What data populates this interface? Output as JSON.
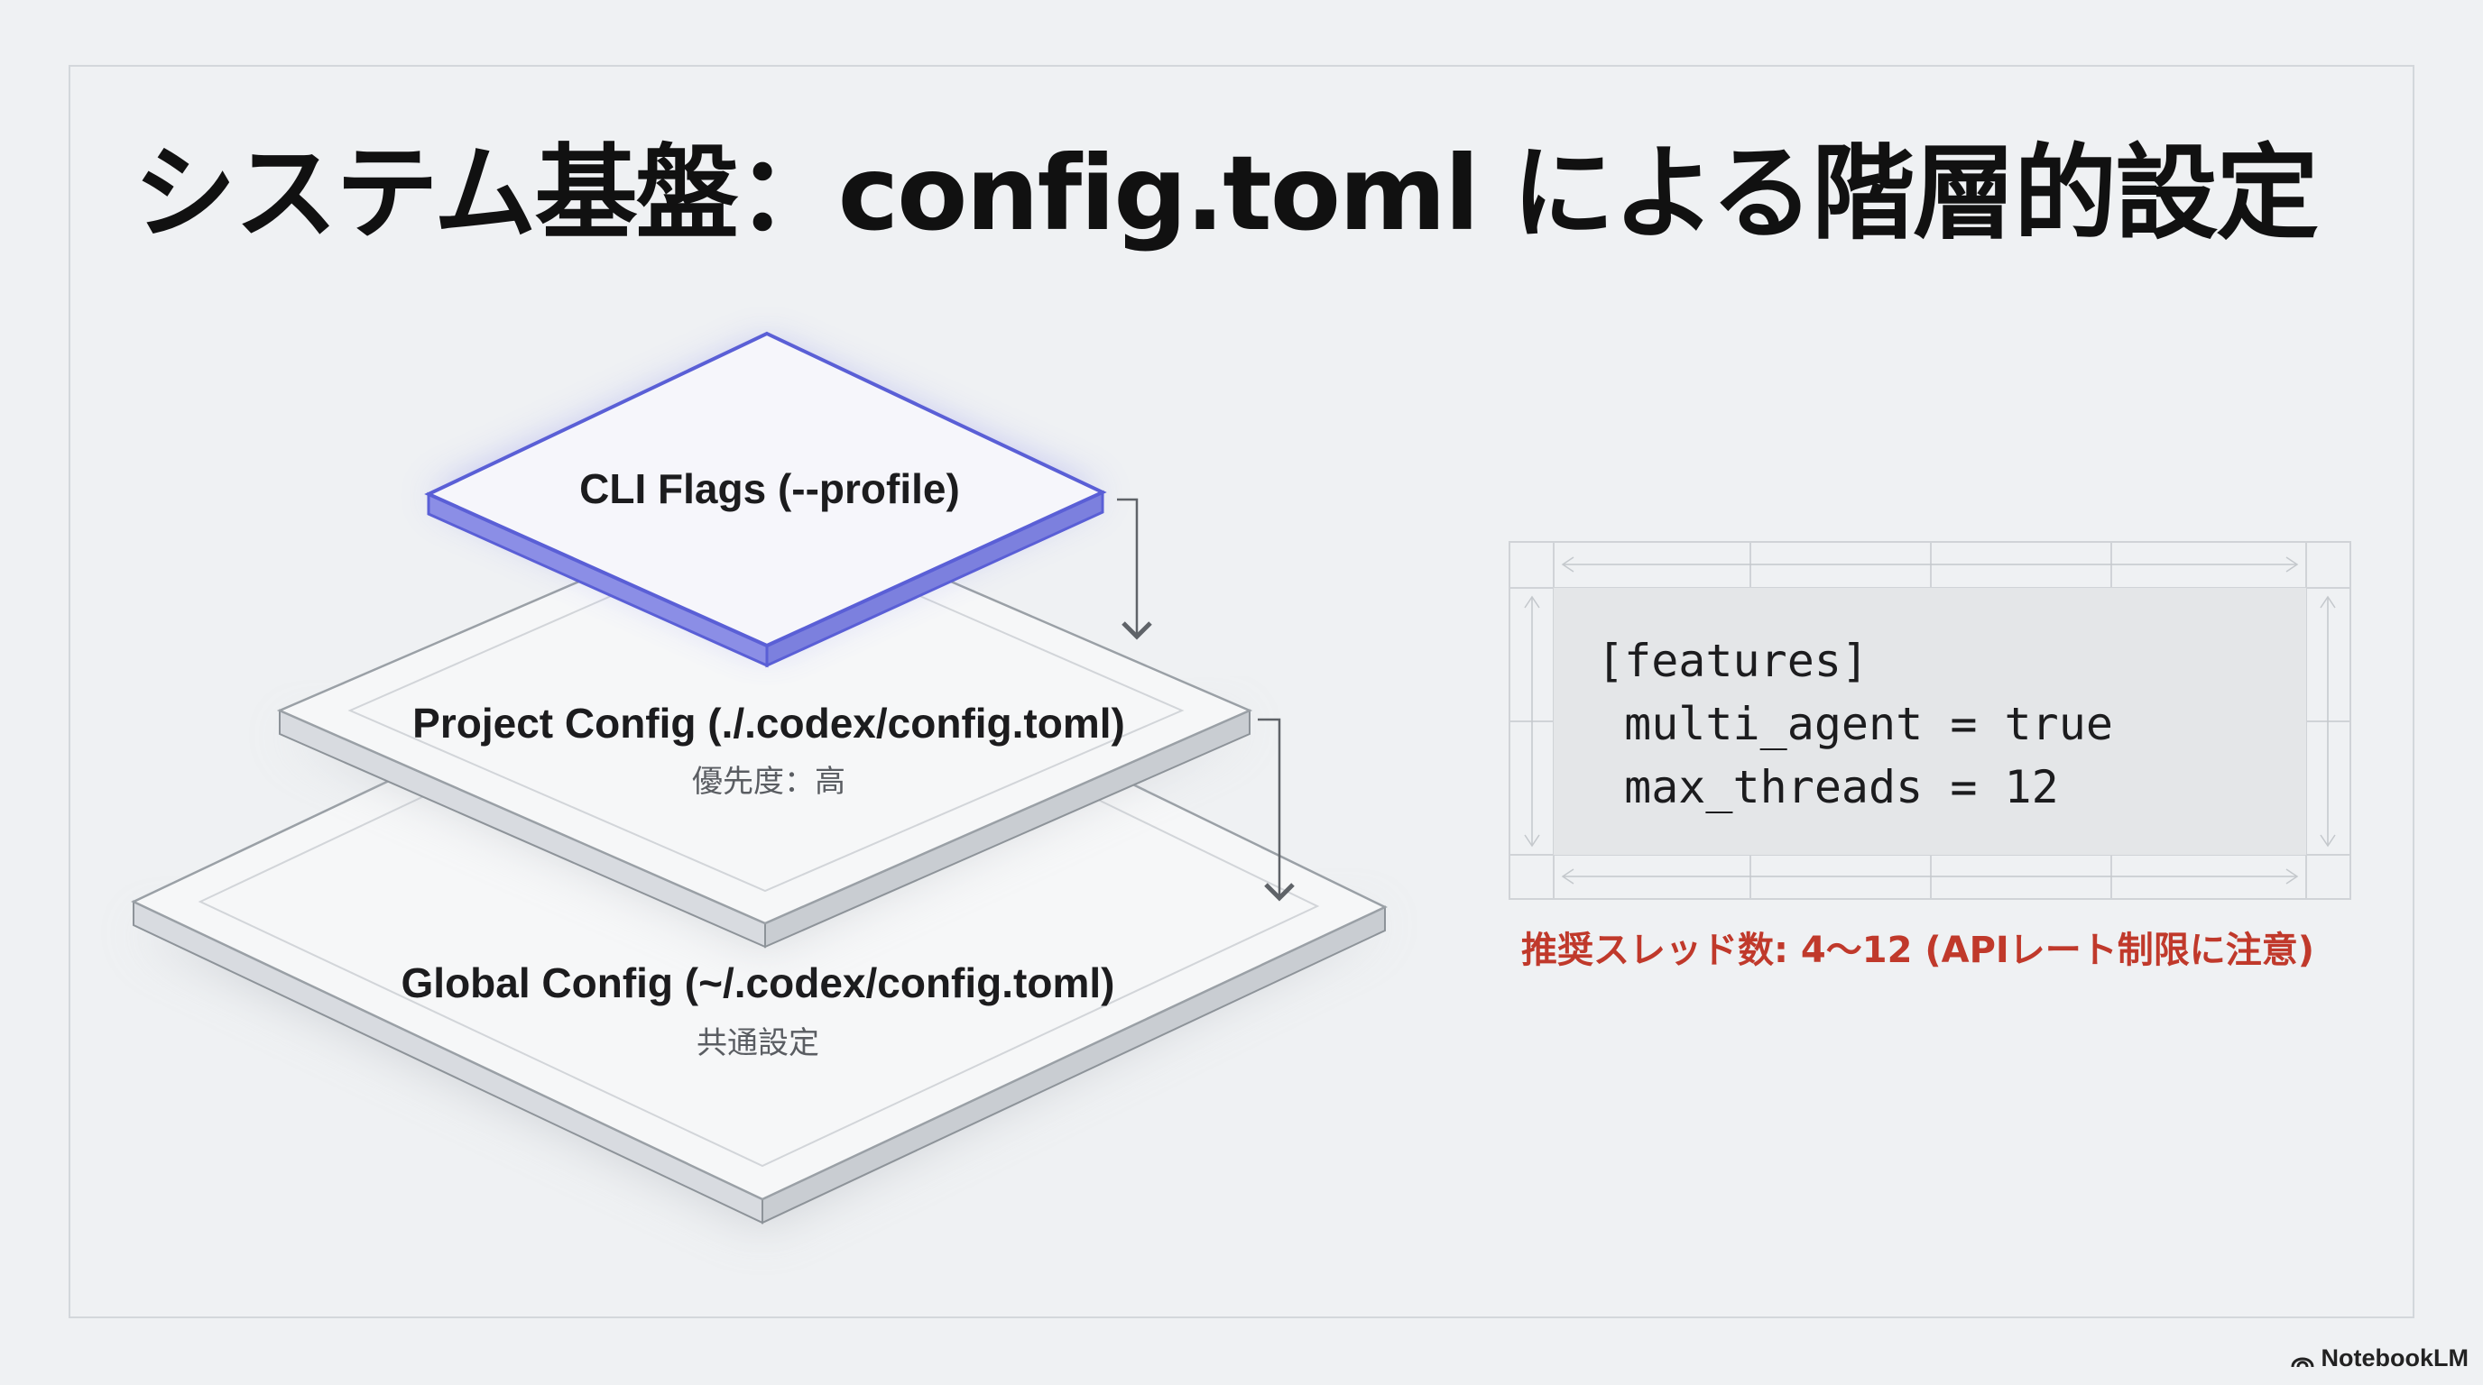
{
  "slide": {
    "title": "システム基盤：config.toml による階層的設定"
  },
  "layers": [
    {
      "label": "CLI Flags (--profile)",
      "sub": ""
    },
    {
      "label": "Project Config (./.codex/config.toml)",
      "sub": "優先度：高"
    },
    {
      "label": "Global Config (~/.codex/config.toml)",
      "sub": "共通設定"
    }
  ],
  "code": {
    "lines": [
      "[features]",
      " multi_agent = true",
      " max_threads = 12"
    ]
  },
  "note": "推奨スレッド数: 4〜12 (APIレート制限に注意)",
  "brand": {
    "name": "NotebookLM",
    "icon": "notebooklm-logo-icon"
  },
  "colors": {
    "accent": "#5a5fd6",
    "note": "#c0392b",
    "layer_fill": "#f4f5f7",
    "layer_edge": "#9aa0a6"
  }
}
